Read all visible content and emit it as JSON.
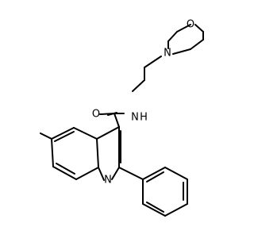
{
  "molecule": {
    "atom_labels": {
      "morpholine_oxygen": "O",
      "morpholine_nitrogen": "N",
      "amide_nitrogen": "N",
      "amide_hydrogen": "H",
      "carbonyl_oxygen": "O",
      "quinoline_nitrogen": "N"
    }
  }
}
